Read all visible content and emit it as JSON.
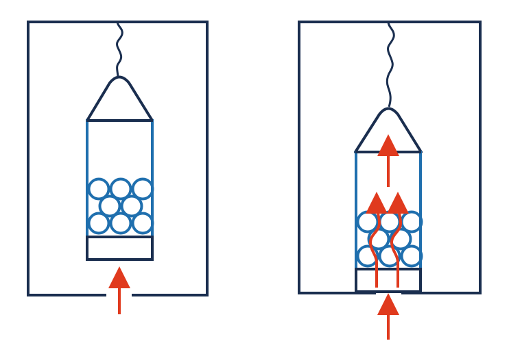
{
  "colors": {
    "outline": "#1a2e4f",
    "basket": "#1f6fae",
    "flow": "#e03a1e",
    "background": "#ffffff"
  },
  "panels": [
    {
      "id": "left",
      "state": "suspended-above-inlet",
      "flow_through_packing": false
    },
    {
      "id": "right",
      "state": "seated-on-inlet",
      "flow_through_packing": true
    }
  ],
  "icons": {
    "flow_arrow": "arrow-up-icon",
    "packing_ball": "circle-icon"
  }
}
